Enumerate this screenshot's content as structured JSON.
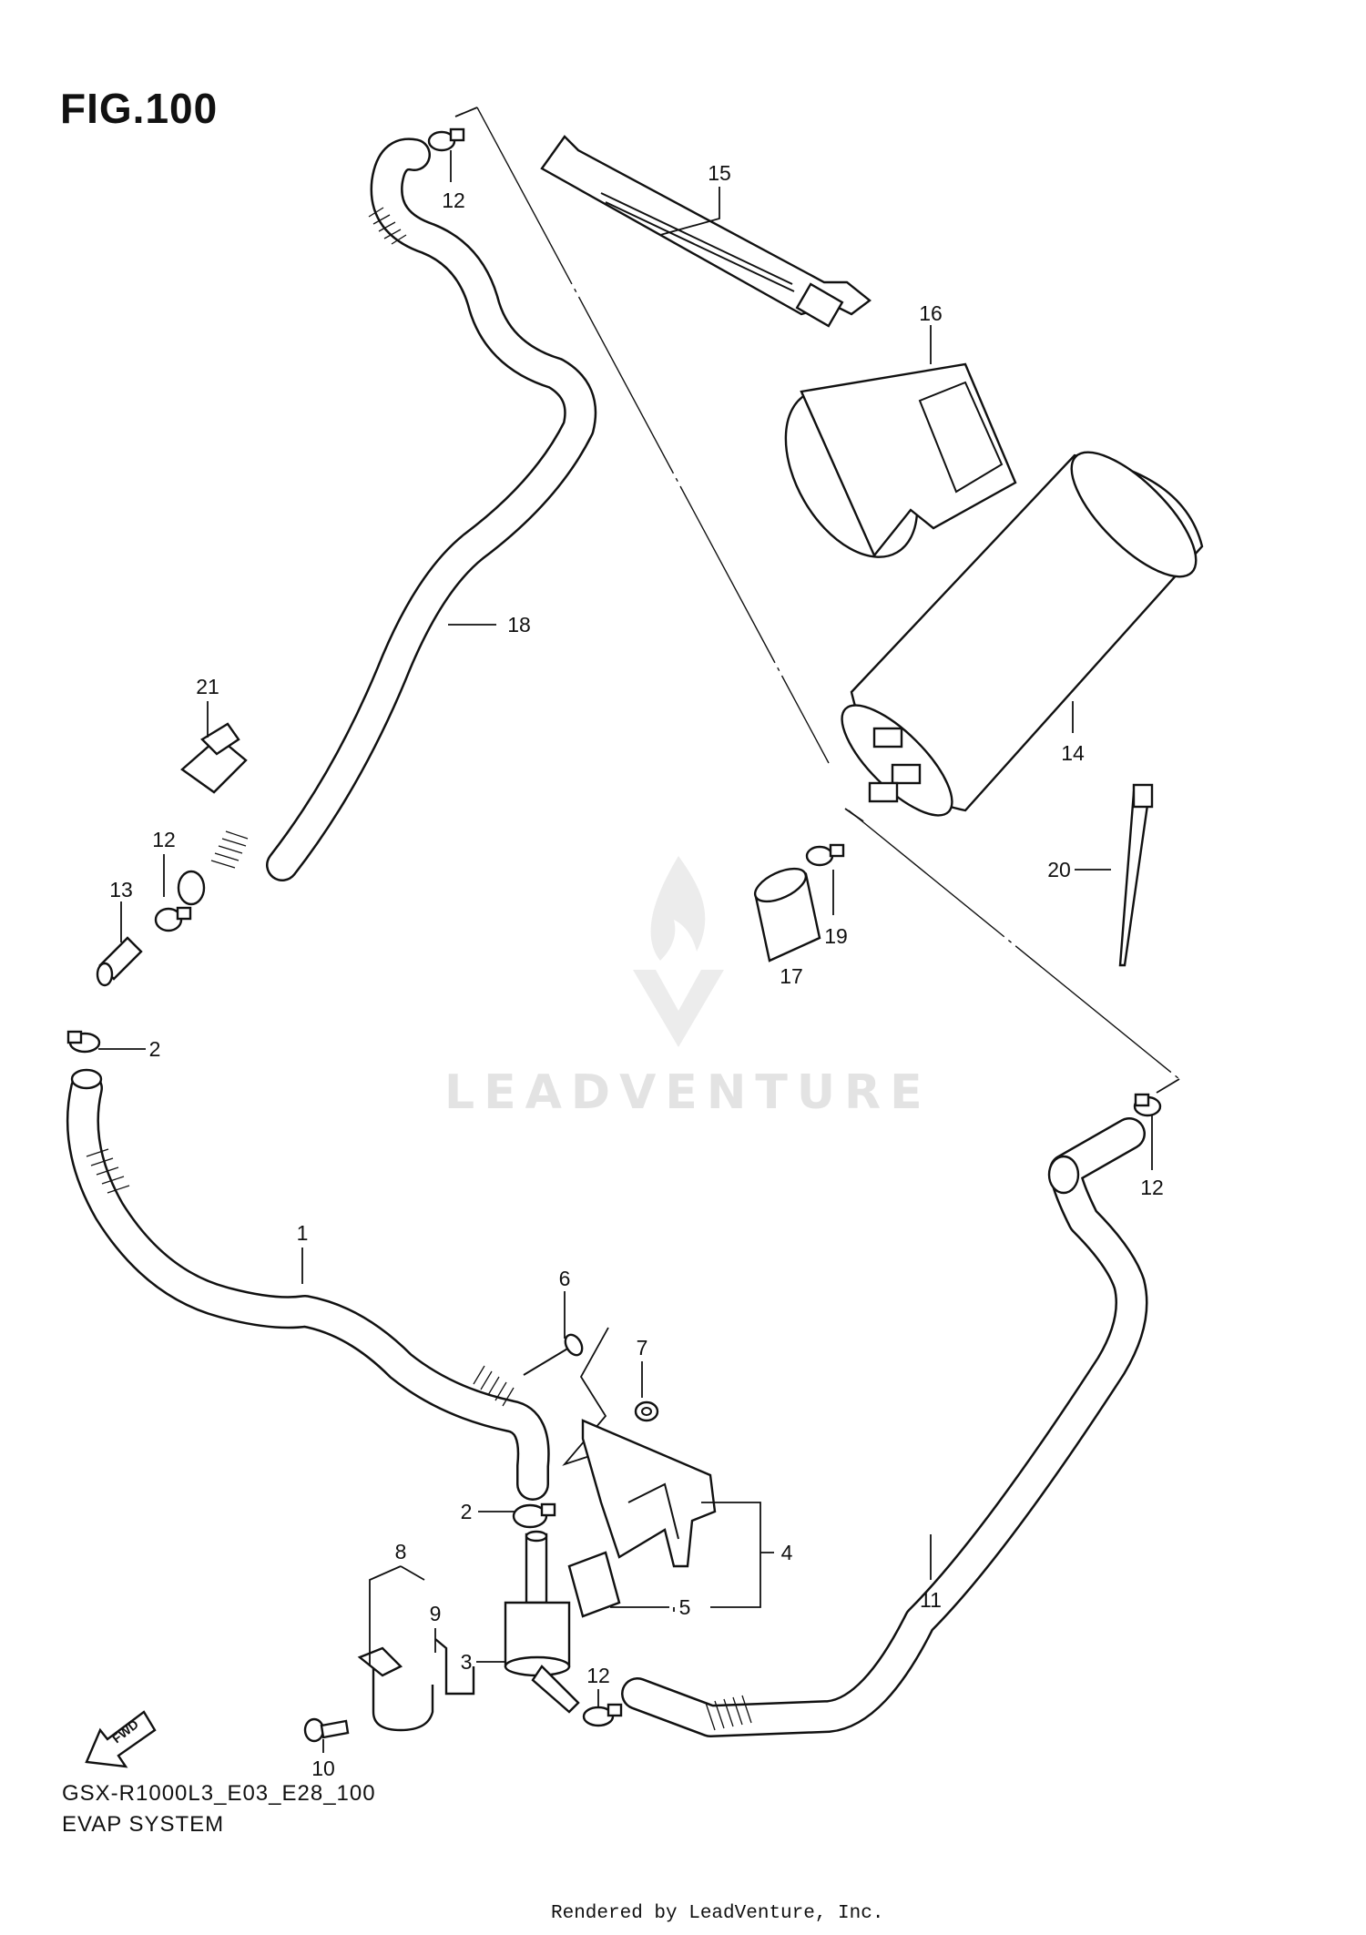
{
  "figure": {
    "title": "FIG.100",
    "model_code": "GSX-R1000L3_E03_E28_100",
    "section_name": "EVAP SYSTEM",
    "render_credit": "Rendered by LeadVenture, Inc.",
    "watermark": "LEADVENTURE",
    "direction_arrow_label": "FWD"
  },
  "callouts": [
    {
      "id": "c12a",
      "label": "12"
    },
    {
      "id": "c15",
      "label": "15"
    },
    {
      "id": "c16",
      "label": "16"
    },
    {
      "id": "c18",
      "label": "18"
    },
    {
      "id": "c21",
      "label": "21"
    },
    {
      "id": "c14",
      "label": "14"
    },
    {
      "id": "c12b",
      "label": "12"
    },
    {
      "id": "c13",
      "label": "13"
    },
    {
      "id": "c20",
      "label": "20"
    },
    {
      "id": "c19",
      "label": "19"
    },
    {
      "id": "c17",
      "label": "17"
    },
    {
      "id": "c2a",
      "label": "2"
    },
    {
      "id": "c12c",
      "label": "12"
    },
    {
      "id": "c1",
      "label": "1"
    },
    {
      "id": "c6",
      "label": "6"
    },
    {
      "id": "c7",
      "label": "7"
    },
    {
      "id": "c2b",
      "label": "2"
    },
    {
      "id": "c4",
      "label": "4"
    },
    {
      "id": "c8",
      "label": "8"
    },
    {
      "id": "c11",
      "label": "11"
    },
    {
      "id": "c9",
      "label": "9"
    },
    {
      "id": "c5",
      "label": "5"
    },
    {
      "id": "c3",
      "label": "3"
    },
    {
      "id": "c12d",
      "label": "12"
    },
    {
      "id": "c10",
      "label": "10"
    }
  ]
}
